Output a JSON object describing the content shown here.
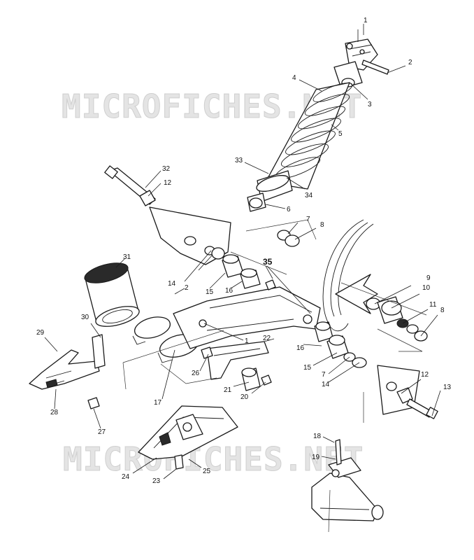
{
  "watermark": "MICROFICHES.NET",
  "callouts": [
    "1",
    "2",
    "3",
    "4",
    "5",
    "33",
    "34",
    "6",
    "32",
    "12",
    "7",
    "8",
    "31",
    "14",
    "35",
    "15",
    "16",
    "2",
    "9",
    "10",
    "11",
    "8",
    "30",
    "29",
    "1",
    "22",
    "16",
    "15",
    "7",
    "14",
    "12",
    "13",
    "26",
    "21",
    "20",
    "17",
    "28",
    "27",
    "18",
    "19",
    "24",
    "23",
    "25"
  ]
}
